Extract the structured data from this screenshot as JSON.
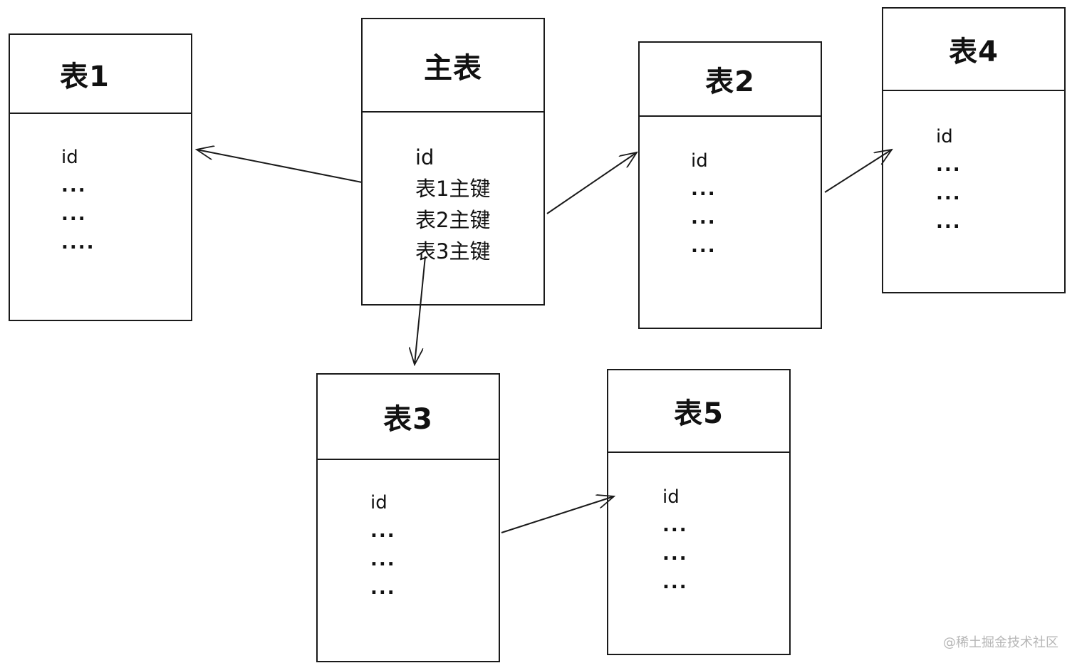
{
  "tables": {
    "t1": {
      "title": "表1",
      "fields": [
        "id",
        "...",
        "...",
        "...."
      ]
    },
    "main": {
      "title": "主表",
      "fields": [
        "id",
        "表1主键",
        "表2主键",
        "表3主键"
      ]
    },
    "t2": {
      "title": "表2",
      "fields": [
        "id",
        "...",
        "...",
        "..."
      ]
    },
    "t4": {
      "title": "表4",
      "fields": [
        "id",
        "...",
        "...",
        "..."
      ]
    },
    "t3": {
      "title": "表3",
      "fields": [
        "id",
        "...",
        "...",
        "..."
      ]
    },
    "t5": {
      "title": "表5",
      "fields": [
        "id",
        "...",
        "...",
        "..."
      ]
    }
  },
  "watermark": "@稀土掘金技术社区",
  "colors": {
    "stroke": "#1a1a1a",
    "watermark": "#b6b6b6"
  }
}
